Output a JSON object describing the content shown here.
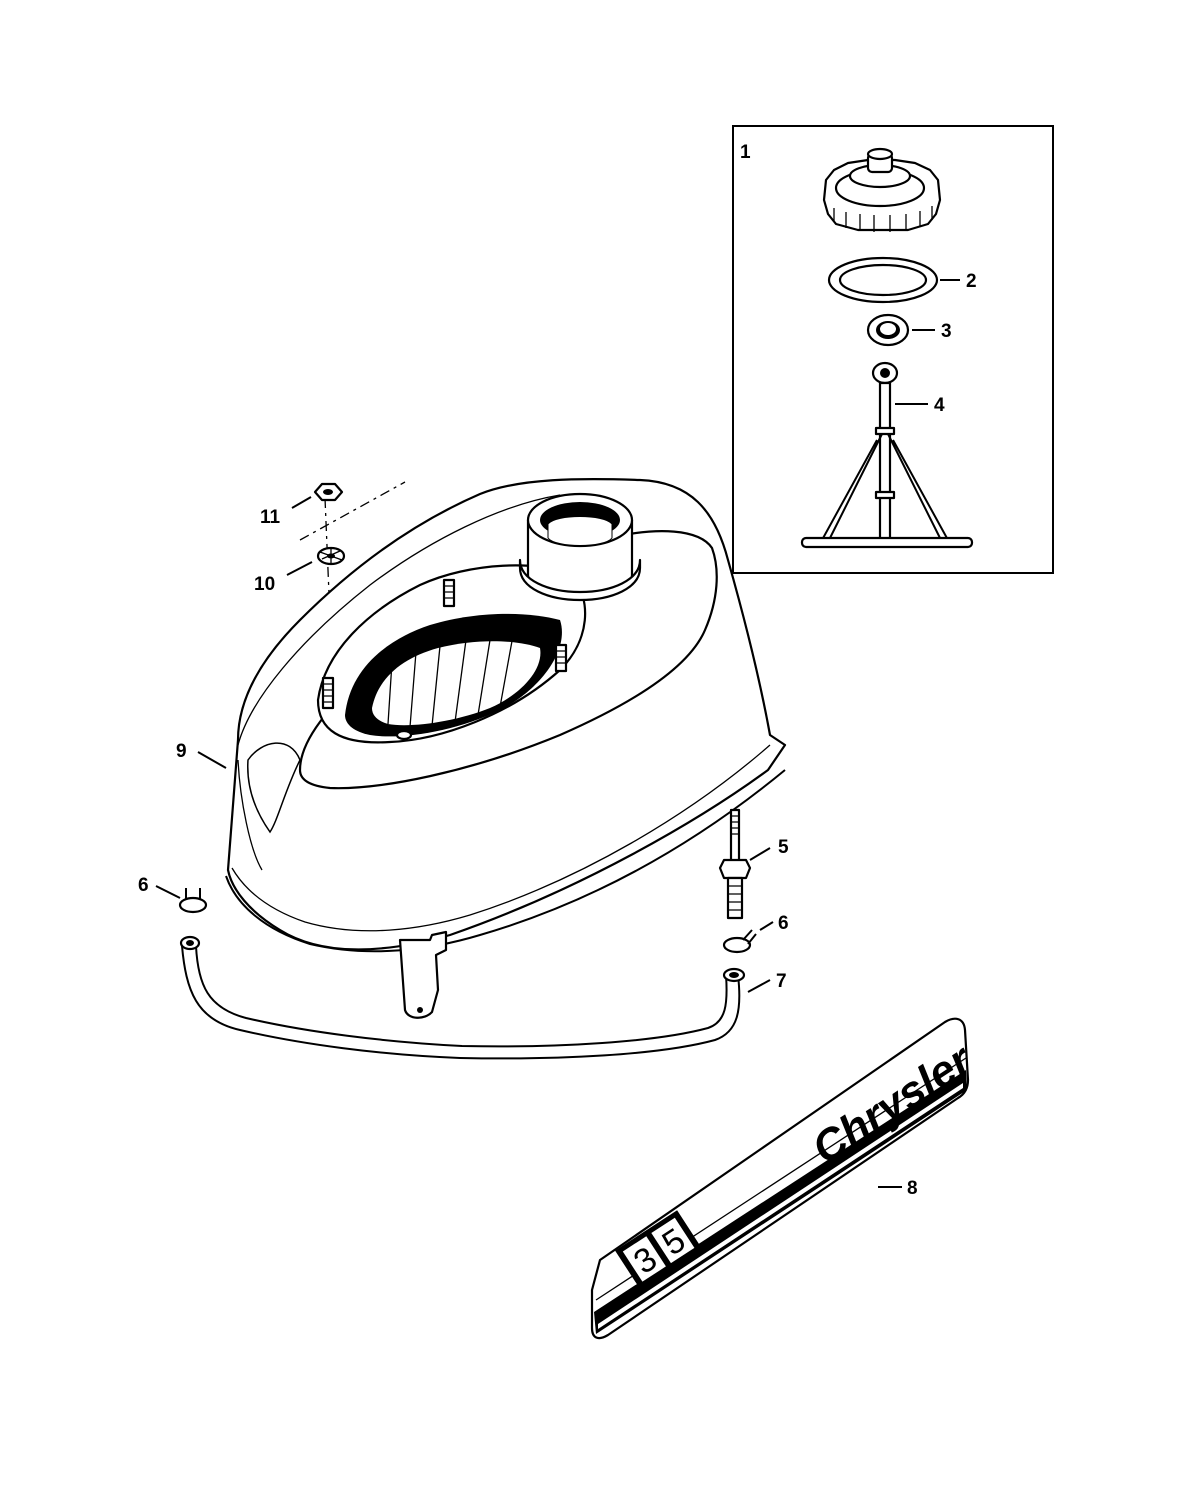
{
  "callouts": [
    {
      "id": "1",
      "text": "1"
    },
    {
      "id": "2",
      "text": "2"
    },
    {
      "id": "3",
      "text": "3"
    },
    {
      "id": "4",
      "text": "4"
    },
    {
      "id": "5",
      "text": "5"
    },
    {
      "id": "6a",
      "text": "6"
    },
    {
      "id": "6b",
      "text": "6"
    },
    {
      "id": "7",
      "text": "7"
    },
    {
      "id": "8",
      "text": "8"
    },
    {
      "id": "9",
      "text": "9"
    },
    {
      "id": "10",
      "text": "10"
    },
    {
      "id": "11",
      "text": "11"
    }
  ],
  "decal": {
    "brand": "Chrysler",
    "digit1": "3",
    "digit2": "5"
  },
  "colors": {
    "ink": "#000000",
    "paper": "#ffffff"
  }
}
